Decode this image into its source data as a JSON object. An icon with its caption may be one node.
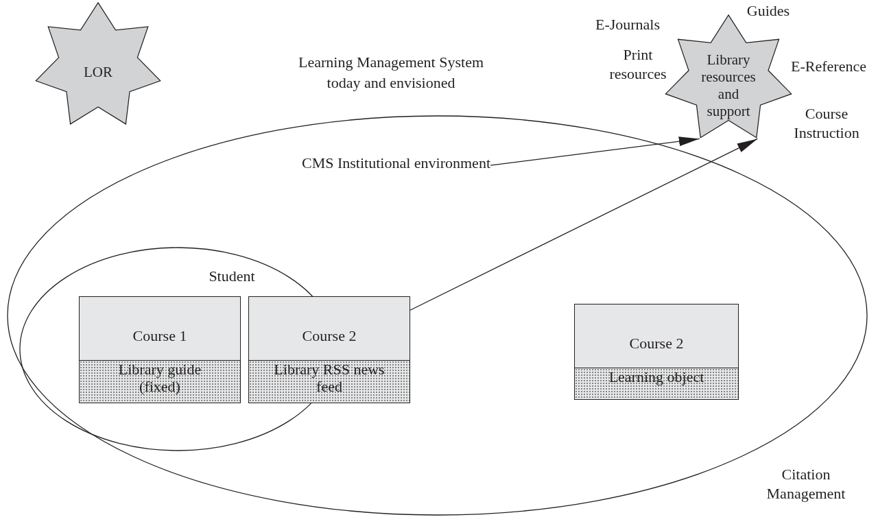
{
  "diagram": {
    "nodes": [
      {
        "text": [
          "LOR"
        ]
      },
      {
        "text": [
          "Library resources and support"
        ],
        "beside": [
          "E-Journals",
          "Guides",
          "Print resources",
          "E-Reference",
          "Course Instruction"
        ]
      },
      {
        "text": [
          "Learning Management System today and envisioned"
        ]
      },
      {
        "text": [
          "CMS Institutional environment"
        ],
        "in": 2
      },
      {
        "text": [
          "Student"
        ],
        "in": 2
      },
      {
        "text": [
          "Course 1",
          "Library guide (fixed)"
        ],
        "in": 4
      },
      {
        "text": [
          "Course 2",
          "Library RSS news feed"
        ],
        "in": 2
      },
      {
        "text": [
          "Course 2",
          "Learning object"
        ],
        "in": 2
      }
    ],
    "edges": [
      {
        "from": 3,
        "to": 1,
        "arrow": "to"
      },
      {
        "from": 6,
        "to": 1,
        "arrow": "to"
      }
    ],
    "labels": [
      "Citation Management"
    ]
  }
}
